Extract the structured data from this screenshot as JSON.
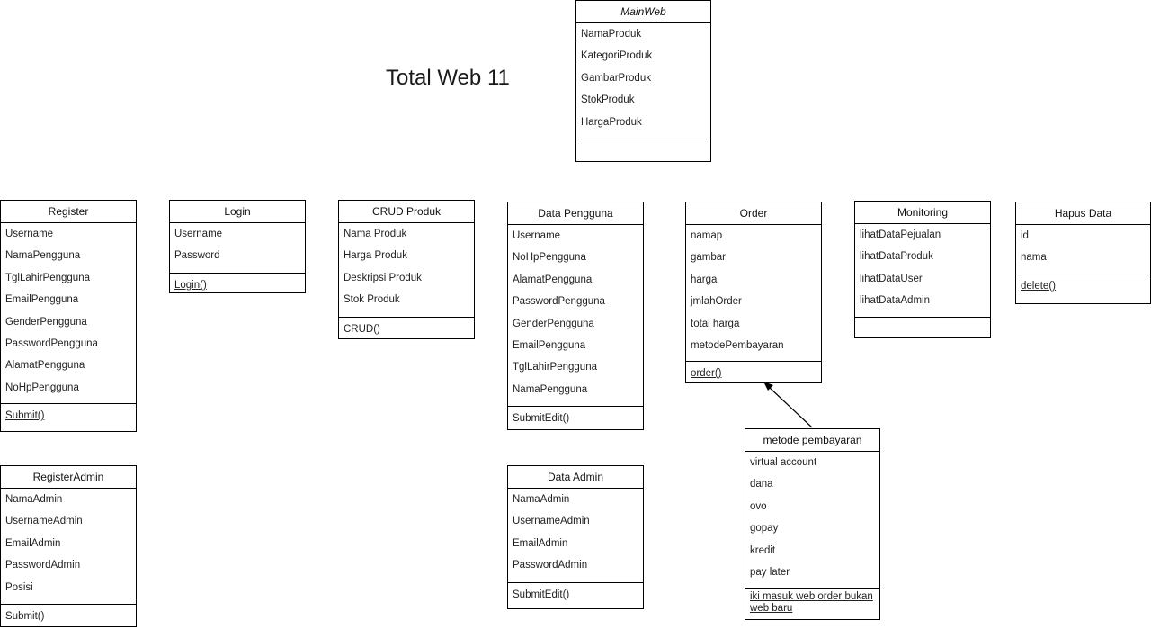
{
  "diagram_title": "Total Web 11",
  "classes": {
    "mainweb": {
      "name": "MainWeb",
      "attributes": [
        "NamaProduk",
        "KategoriProduk",
        "GambarProduk",
        "StokProduk",
        "HargaProduk"
      ],
      "methods": []
    },
    "register": {
      "name": "Register",
      "attributes": [
        "Username",
        "NamaPengguna",
        "TglLahirPengguna",
        "EmailPengguna",
        "GenderPengguna",
        "PasswordPengguna",
        "AlamatPengguna",
        "NoHpPengguna"
      ],
      "methods": [
        "Submit()"
      ]
    },
    "login": {
      "name": "Login",
      "attributes": [
        "Username",
        "Password"
      ],
      "methods": [
        "Login()"
      ]
    },
    "crud_produk": {
      "name": "CRUD Produk",
      "attributes": [
        "Nama Produk",
        "Harga Produk",
        "Deskripsi Produk",
        "Stok Produk"
      ],
      "methods": [
        "CRUD()"
      ]
    },
    "data_pengguna": {
      "name": "Data Pengguna",
      "attributes": [
        "Username",
        "NoHpPengguna",
        "AlamatPengguna",
        "PasswordPengguna",
        "GenderPengguna",
        "EmailPengguna",
        "TglLahirPengguna",
        "NamaPengguna"
      ],
      "methods": [
        "SubmitEdit()"
      ]
    },
    "order": {
      "name": "Order",
      "attributes": [
        "namap",
        "gambar",
        "harga",
        "jmlahOrder",
        "total harga",
        "metodePembayaran"
      ],
      "methods": [
        "order()"
      ]
    },
    "monitoring": {
      "name": "Monitoring",
      "attributes": [
        "lihatDataPejualan",
        "lihatDataProduk",
        "lihatDataUser",
        "lihatDataAdmin"
      ],
      "methods": []
    },
    "hapus_data": {
      "name": "Hapus Data",
      "attributes": [
        "id",
        "nama"
      ],
      "methods": [
        "delete()"
      ]
    },
    "register_admin": {
      "name": "RegisterAdmin",
      "attributes": [
        "NamaAdmin",
        "UsernameAdmin",
        "EmailAdmin",
        "PasswordAdmin",
        "Posisi"
      ],
      "methods": [
        "Submit()"
      ]
    },
    "data_admin": {
      "name": "Data Admin",
      "attributes": [
        "NamaAdmin",
        "UsernameAdmin",
        "EmailAdmin",
        "PasswordAdmin"
      ],
      "methods": [
        "SubmitEdit()"
      ]
    },
    "metode_pembayaran": {
      "name": "metode pembayaran",
      "attributes": [
        "virtual account",
        "dana",
        "ovo",
        "gopay",
        "kredit",
        "pay later"
      ],
      "methods": [
        "iki masuk web order bukan web baru"
      ]
    }
  },
  "relations": [
    {
      "from": "metode pembayaran",
      "to": "Order",
      "type": "association-arrow"
    }
  ]
}
